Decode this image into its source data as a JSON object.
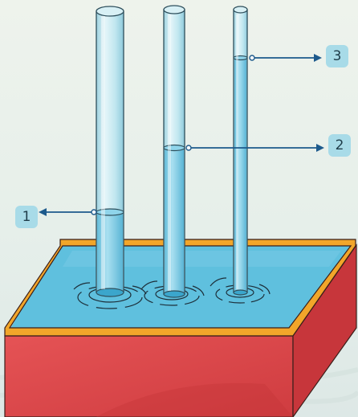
{
  "labels": {
    "tube_1": "1",
    "tube_2": "2",
    "tube_3": "3"
  },
  "colors": {
    "water": "#5fc0de",
    "tube_glass": "#bfe6ef",
    "tray_rim": "#f2a62a",
    "tray_side": "#dd4a4d",
    "label_bg": "#a8dbe8",
    "arrow": "#1d5a8c"
  }
}
